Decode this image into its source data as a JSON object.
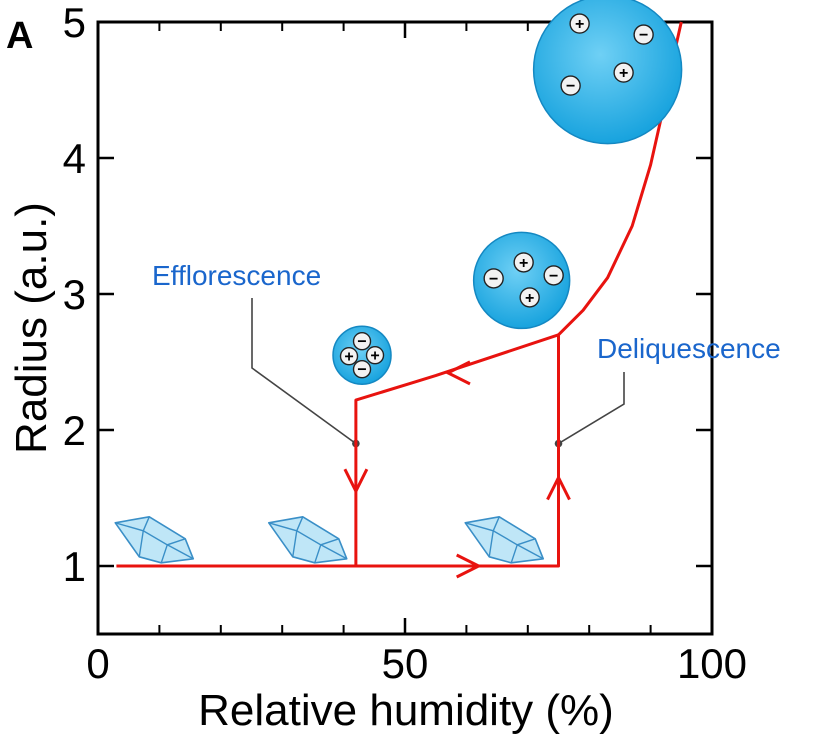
{
  "chart_data": {
    "type": "line",
    "panel_label": "A",
    "xlabel": "Relative humidity (%)",
    "ylabel": "Radius (a.u.)",
    "xlim": [
      0,
      100
    ],
    "ylim": [
      0.5,
      5
    ],
    "x_ticks": [
      0,
      50,
      100
    ],
    "y_ticks": [
      1,
      2,
      3,
      4,
      5
    ],
    "grid": false,
    "curve": {
      "color": "#e8130f",
      "points": [
        [
          3,
          1.0
        ],
        [
          42,
          1.0
        ],
        [
          75,
          1.0
        ],
        [
          75,
          2.7
        ],
        [
          79,
          2.88
        ],
        [
          83,
          3.12
        ],
        [
          87,
          3.5
        ],
        [
          90,
          3.95
        ],
        [
          92,
          4.35
        ],
        [
          94,
          4.8
        ],
        [
          95,
          5.0
        ]
      ],
      "efflorescence_branch": [
        [
          75,
          2.7
        ],
        [
          55,
          2.4
        ],
        [
          42,
          2.22
        ],
        [
          42,
          1.0
        ]
      ]
    },
    "annotations": [
      {
        "name": "efflorescence",
        "text": "Efflorescence",
        "x": 42,
        "y": 1.9,
        "color": "#1a66cc"
      },
      {
        "name": "deliquescence",
        "text": "Deliquescence",
        "x": 75,
        "y": 1.9,
        "color": "#1a66cc"
      }
    ],
    "droplets": [
      {
        "name": "droplet-small",
        "x": 43,
        "y": 2.55,
        "ions": [
          "+",
          "-",
          "+",
          "-"
        ]
      },
      {
        "name": "droplet-medium",
        "x": 69,
        "y": 3.1,
        "ions": [
          "+",
          "-",
          "-",
          "+"
        ]
      },
      {
        "name": "droplet-large",
        "x": 83,
        "y": 4.65,
        "ions": [
          "+",
          "-",
          "+",
          "-"
        ]
      }
    ],
    "crystals": [
      {
        "name": "crystal-left",
        "x": 9,
        "y": 1.2
      },
      {
        "name": "crystal-middle",
        "x": 34,
        "y": 1.2
      },
      {
        "name": "crystal-right",
        "x": 66,
        "y": 1.2
      }
    ],
    "arrows": [
      {
        "name": "arrow-down-efflorescence",
        "x": 42,
        "y": 1.55,
        "dir": "down"
      },
      {
        "name": "arrow-up-deliquescence",
        "x": 75,
        "y": 1.65,
        "dir": "up"
      },
      {
        "name": "arrow-right-baseline",
        "x": 62,
        "y": 1.0,
        "dir": "right"
      },
      {
        "name": "arrow-left-upper",
        "x": 57,
        "y": 2.42,
        "dir": "left"
      }
    ],
    "colors": {
      "curve": "#e8130f",
      "annotation": "#1a66cc",
      "droplet_fill": "#27aee7",
      "crystal_fill": "#bfe6f7",
      "crystal_stroke": "#3a8fc7",
      "leader": "#444444"
    }
  }
}
